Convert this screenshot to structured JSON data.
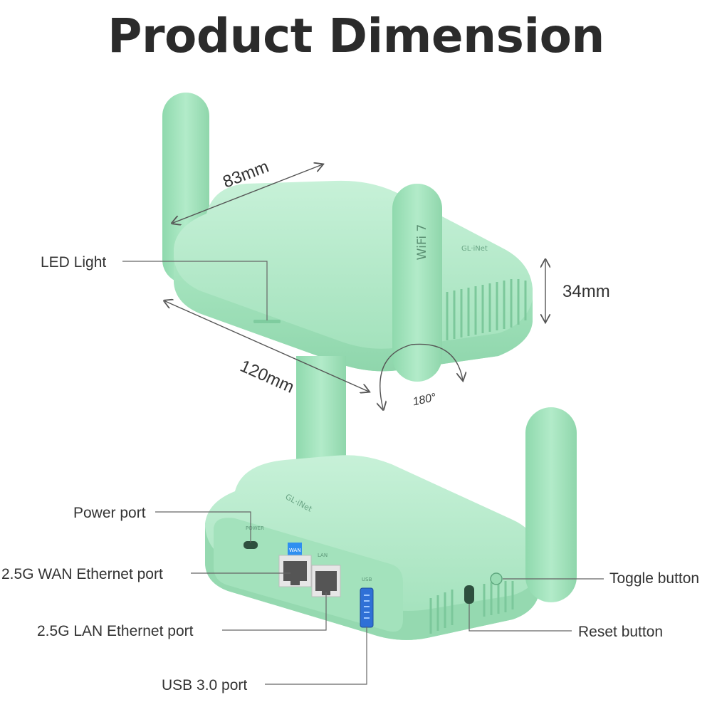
{
  "title": "Product Dimension",
  "dimensions": {
    "width": "83mm",
    "length": "120mm",
    "height": "34mm",
    "antenna_rotation": "180°"
  },
  "device_markings": {
    "wifi_badge": "WiFi 7",
    "brand": "GL·iNet",
    "wan": "WAN",
    "lan": "LAN",
    "usb": "USB"
  },
  "callouts": {
    "led_light": "LED Light",
    "power_port": "Power port",
    "wan_port": "2.5G WAN Ethernet port",
    "lan_port": "2.5G LAN Ethernet port",
    "usb_port": "USB 3.0 port",
    "toggle_button": "Toggle button",
    "reset_button": "Reset button"
  },
  "colors": {
    "device_green": "#a6e6c0",
    "device_green_dark": "#86cfa3",
    "wan_badge_blue": "#2f8ff0"
  }
}
